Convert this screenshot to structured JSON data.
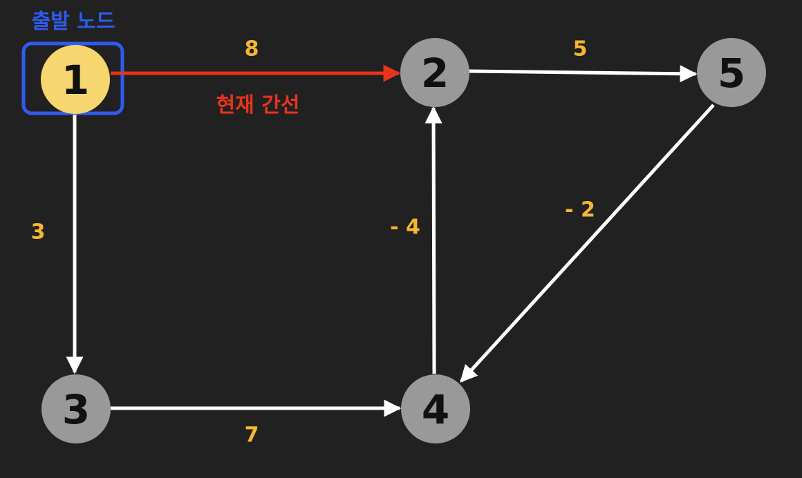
{
  "start_node_label": "출발 노드",
  "current_edge_label": "현재 간선",
  "nodes": [
    {
      "id": "1",
      "label": "1",
      "highlight": true
    },
    {
      "id": "2",
      "label": "2"
    },
    {
      "id": "3",
      "label": "3"
    },
    {
      "id": "4",
      "label": "4"
    },
    {
      "id": "5",
      "label": "5"
    }
  ],
  "edges": [
    {
      "from": "1",
      "to": "2",
      "weight": "8",
      "current": true
    },
    {
      "from": "1",
      "to": "3",
      "weight": "3"
    },
    {
      "from": "2",
      "to": "5",
      "weight": "5"
    },
    {
      "from": "3",
      "to": "4",
      "weight": "7"
    },
    {
      "from": "4",
      "to": "2",
      "weight": "- 4"
    },
    {
      "from": "5",
      "to": "4",
      "weight": "- 2"
    }
  ],
  "colors": {
    "background": "#212121",
    "node": "#999999",
    "start_node": "#f8d66f",
    "start_box": "#2f5bef",
    "edge": "#ffffff",
    "current_edge": "#e8341c",
    "weight": "#f5b731"
  }
}
